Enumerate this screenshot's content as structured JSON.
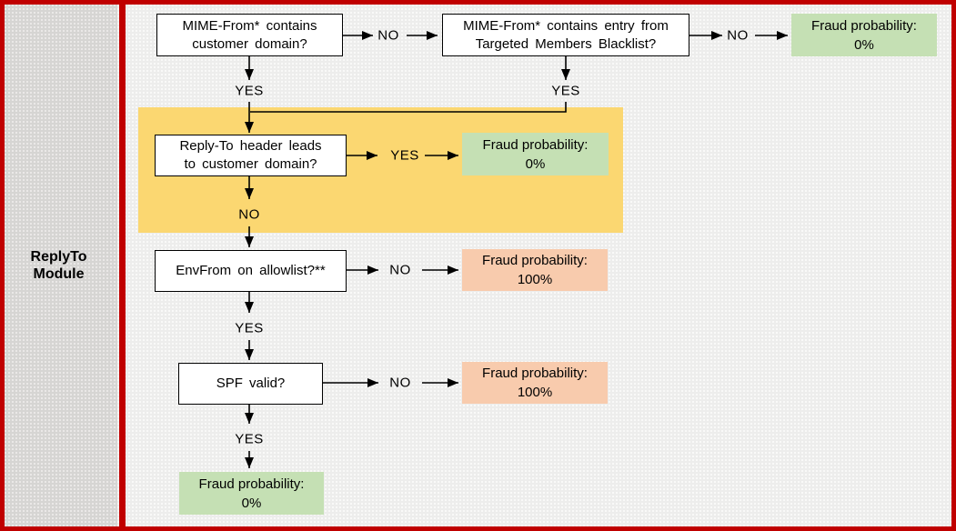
{
  "sidebar": {
    "title": "ReplyTo Module"
  },
  "colors": {
    "frame_red": "#c00000",
    "highlight_yellow": "#fbd771",
    "outcome_green": "#c5e0b4",
    "outcome_orange": "#f8cbad"
  },
  "flowchart": {
    "decisions": {
      "mime_from_customer": [
        "MIME-From* contains",
        "customer domain?"
      ],
      "mime_from_blacklist": [
        "MIME-From* contains entry from",
        "Targeted Members Blacklist?"
      ],
      "reply_to_header": [
        "Reply-To header leads",
        "to customer domain?"
      ],
      "envfrom_allowlist": [
        "EnvFrom on allowlist?**"
      ],
      "spf_valid": [
        "SPF valid?"
      ]
    },
    "outcomes": {
      "blacklist_no": {
        "label": "Fraud probability:",
        "value": "0%"
      },
      "reply_to_yes": {
        "label": "Fraud probability:",
        "value": "0%"
      },
      "envfrom_no": {
        "label": "Fraud probability:",
        "value": "100%"
      },
      "spf_no": {
        "label": "Fraud probability:",
        "value": "100%"
      },
      "spf_yes": {
        "label": "Fraud probability:",
        "value": "0%"
      }
    },
    "edge_labels": {
      "mime_customer_no": "NO",
      "mime_customer_yes": "YES",
      "blacklist_no": "NO",
      "blacklist_yes": "YES",
      "reply_to_yes": "YES",
      "reply_to_no": "NO",
      "envfrom_no": "NO",
      "envfrom_yes": "YES",
      "spf_no": "NO",
      "spf_yes": "YES"
    }
  }
}
